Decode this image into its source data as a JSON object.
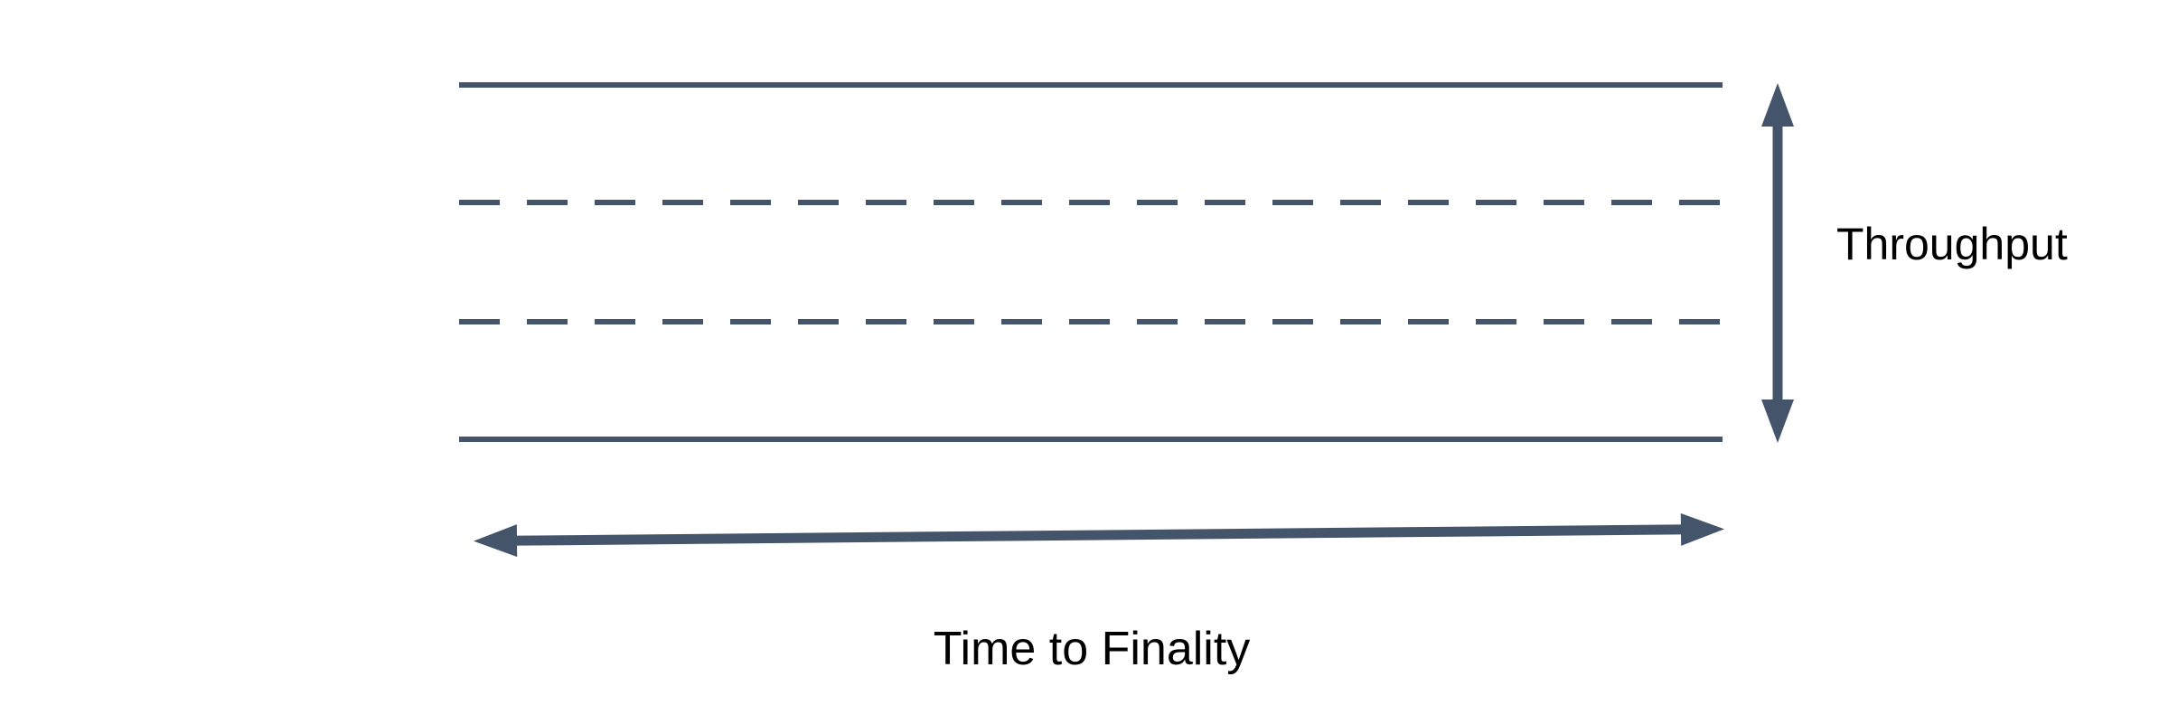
{
  "diagram": {
    "title": "",
    "y_axis_label": "Throughput",
    "x_axis_label": "Time to Finality",
    "bands": {
      "top_boundary": "solid",
      "upper_divider": "dashed",
      "lower_divider": "dashed",
      "bottom_boundary": "solid"
    }
  },
  "colors": {
    "line": "#44546A",
    "text": "#000000",
    "background": "#FFFFFF"
  }
}
